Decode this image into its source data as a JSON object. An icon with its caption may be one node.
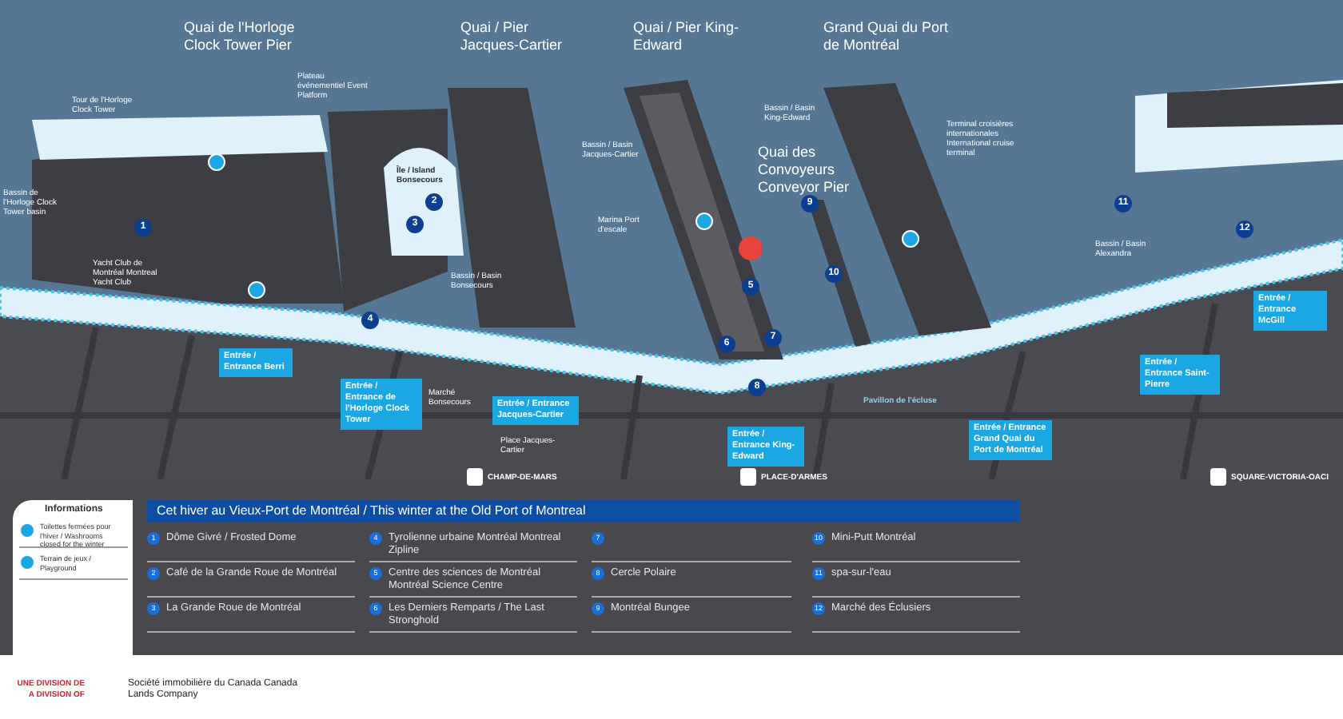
{
  "diagram": {
    "title": "Cet hiver au Vieux-Port de Montréal / This winter at the Old Port of Montreal",
    "labels": [
      "Quai de l'Horloge Clock Tower Pier",
      "Quai / Pier Jacques-Cartier",
      "Quai / Pier King-Edward",
      "Grand Quai du Port de Montréal",
      "Plateau événementiel Event Platform",
      "Tour de l'Horloge Clock Tower",
      "Bassin de l'Horloge Clock Tower basin",
      "Île / Island Bonsecours",
      "Yacht Club de Montréal Montreal Yacht Club",
      "Bassin / Basin Jacques-Cartier",
      "Marina Port d'escale",
      "Bassin / Basin Bonsecours",
      "Bassin / Basin King-Edward",
      "Quai des Convoyeurs Conveyor Pier",
      "Terminal croisières internationales International cruise terminal",
      "Bassin / Basin Alexandra",
      "Entrée / Entrance Berri",
      "Entrée / Entrance de l'Horloge Clock Tower",
      "Entrée / Entrance Jacques-Cartier",
      "Entrée / Entrance King-Edward",
      "Pavillon de l'écluse",
      "Entrée / Entrance Grand Quai du Port de Montréal",
      "Entrée / Entrance Saint-Pierre",
      "Entrée / Entrance McGill",
      "Marché Bonsecours",
      "Place Jacques-Cartier",
      "CHAMP-DE-MARS",
      "PLACE-D'ARMES",
      "SQUARE-VICTORIA-OACI",
      "Informations",
      "1",
      "Dôme Givré / Frosted Dome",
      "2",
      "Café de la Grande Roue de Montréal",
      "3",
      "La Grande Roue de Montréal",
      "4",
      "Tyrolienne urbaine Montréal Montreal Zipline",
      "5",
      "Centre des sciences de Montréal Montréal Science Centre",
      "6",
      "Les Derniers Remparts / The Last Stronghold",
      "7",
      "8",
      "Cercle Polaire",
      "9",
      "Montréal Bungee",
      "10",
      "Mini-Putt Montréal",
      "11",
      "spa-sur-l'eau",
      "12",
      "Marché des Éclusiers",
      "UNE DIVISION DE A DIVISION OF",
      "Société immobilière du Canada Canada Lands Company",
      "1",
      "2",
      "3",
      "4",
      "5",
      "6",
      "7",
      "8",
      "9",
      "10",
      "11",
      "12"
    ],
    "legend": [
      {
        "text": "Toilettes fermées pour l'hiver / Washrooms closed for the winter"
      },
      {
        "text": "Terrain de jeux / Playground"
      }
    ]
  }
}
